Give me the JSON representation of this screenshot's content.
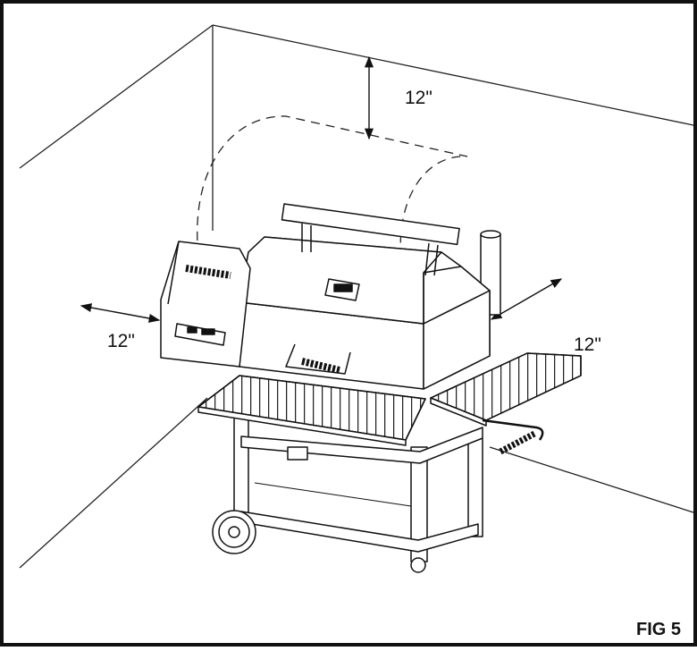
{
  "figure": {
    "label": "FIG 5"
  },
  "clearances": {
    "top": "12\"",
    "left": "12\"",
    "right": "12\""
  },
  "colors": {
    "line": "#111111",
    "background": "#ffffff"
  }
}
